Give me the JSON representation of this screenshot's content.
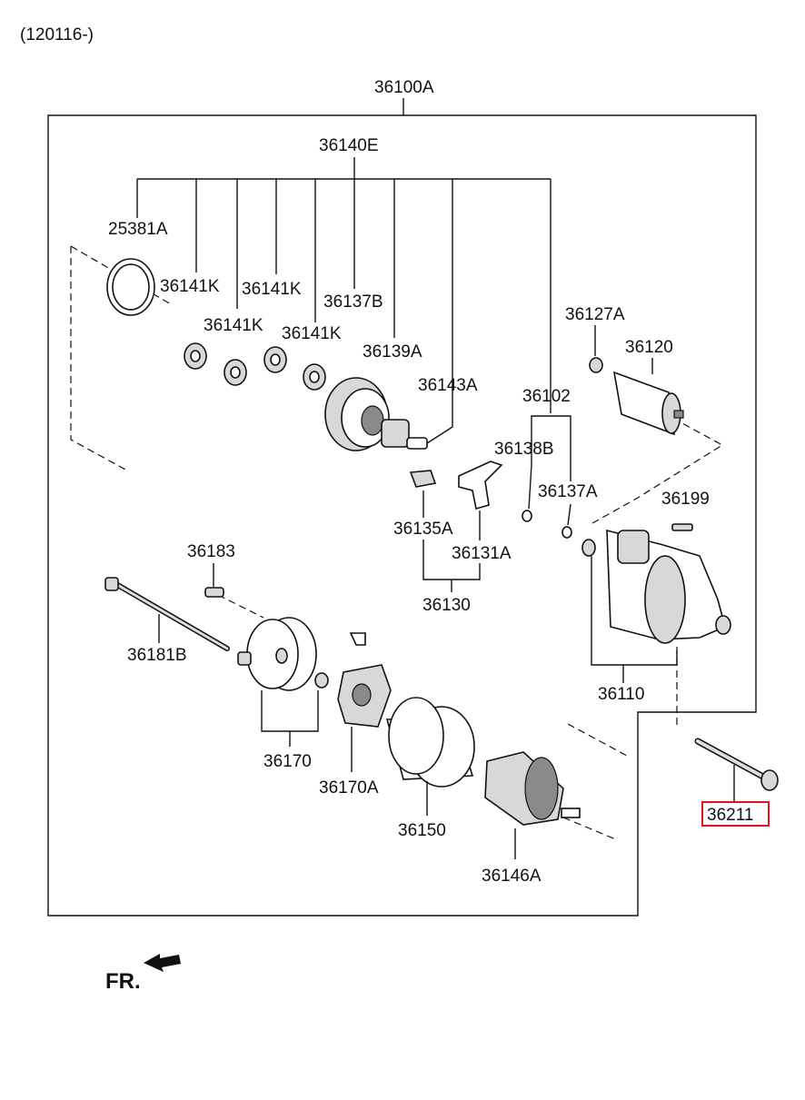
{
  "header": {
    "serial_range": "(120116-)"
  },
  "assembly": {
    "code": "36100A"
  },
  "kit": {
    "code": "36140E"
  },
  "labels": {
    "l_25381A": "25381A",
    "l_36141K_a": "36141K",
    "l_36141K_b": "36141K",
    "l_36141K_c": "36141K",
    "l_36141K_d": "36141K",
    "l_36137B": "36137B",
    "l_36139A": "36139A",
    "l_36143A": "36143A",
    "l_36102": "36102",
    "l_36127A": "36127A",
    "l_36120": "36120",
    "l_36138B": "36138B",
    "l_36137A": "36137A",
    "l_36199": "36199",
    "l_36135A": "36135A",
    "l_36131A": "36131A",
    "l_36130": "36130",
    "l_36183": "36183",
    "l_36181B": "36181B",
    "l_36170": "36170",
    "l_36170A": "36170A",
    "l_36150": "36150",
    "l_36146A": "36146A",
    "l_36110": "36110",
    "l_36211": "36211"
  },
  "highlight": {
    "part": "36211",
    "color": "#e0141e"
  },
  "direction": {
    "label": "FR."
  }
}
